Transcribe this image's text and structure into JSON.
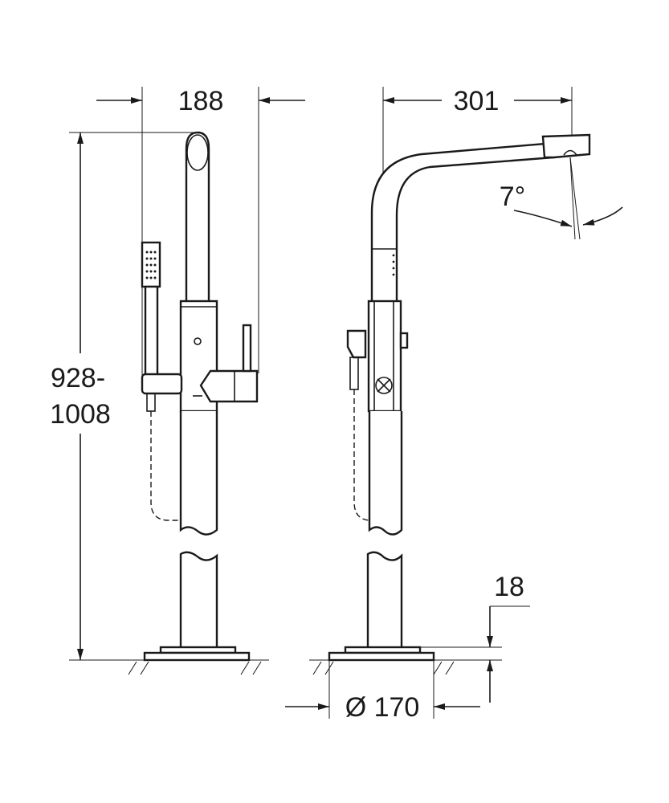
{
  "drawing": {
    "title": "Faucet dimensional drawing",
    "dimensions": {
      "side_width": "188",
      "spout_reach": "301",
      "height_line1": "928-",
      "height_line2": "1008",
      "spout_angle": "7°",
      "base_thickness": "18",
      "base_diameter": "Ø 170"
    },
    "line_color": "#1a1a1a"
  }
}
